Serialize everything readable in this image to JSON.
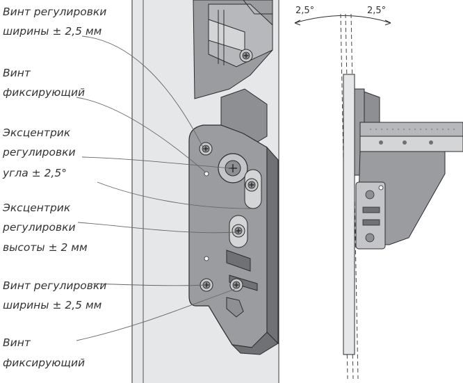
{
  "labels": {
    "width_screw_top": [
      "Винт регулировки",
      "ширины ± 2,5 мм"
    ],
    "fix_screw_top": [
      "Винт",
      "фиксирующий"
    ],
    "angle_eccentric": [
      "Эксцентрик",
      "регулировки",
      "угла ± 2,5°"
    ],
    "height_eccentric": [
      "Эксцентрик",
      "регулировки",
      "высоты ± 2 мм"
    ],
    "width_screw_bottom": [
      "Винт регулировки",
      "ширины ± 2,5 мм"
    ],
    "fix_screw_bottom": [
      "Винт",
      "фиксирующий"
    ]
  },
  "angles": {
    "left": "2,5°",
    "right": "2,5°"
  },
  "colors": {
    "text": "#333333",
    "leader": "#666666",
    "panel": "#e6e7e9",
    "metal": "#9a9ca0",
    "metal_dark": "#6f7175",
    "outline": "#2b2b2b"
  }
}
